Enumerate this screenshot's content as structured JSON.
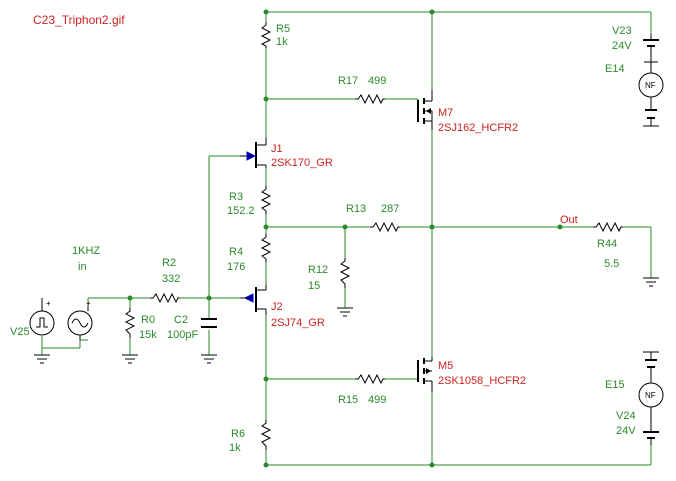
{
  "title": "C23_Triphon2.gif",
  "colors": {
    "wire": "#2a8a2a",
    "part_label": "#cc2222",
    "text": "#2a8a2a",
    "gate_arrow": "#0000cc"
  },
  "labels": {
    "r5": {
      "name": "R5",
      "value": "1k"
    },
    "r17": {
      "name": "R17",
      "value": "499"
    },
    "m7": {
      "name": "M7",
      "model": "2SJ162_HCFR2"
    },
    "v23": {
      "name": "V23",
      "value": "24V"
    },
    "e14": {
      "name": "E14",
      "symbol": "NF"
    },
    "j1": {
      "name": "J1",
      "model": "2SK170_GR"
    },
    "r3": {
      "name": "R3",
      "value": "152.2"
    },
    "r13": {
      "name": "R13",
      "value": "287"
    },
    "out": "Out",
    "r44": {
      "name": "R44",
      "value": "5.5"
    },
    "r4": {
      "name": "R4",
      "value": "176"
    },
    "r12": {
      "name": "R12",
      "value": "15"
    },
    "source": {
      "freq": "1KHZ",
      "name": "in"
    },
    "r2": {
      "name": "R2",
      "value": "332"
    },
    "v25": {
      "name": "V25"
    },
    "r0": {
      "name": "R0",
      "value": "15k"
    },
    "c2": {
      "name": "C2",
      "value": "100pF"
    },
    "j2": {
      "name": "J2",
      "model": "2SJ74_GR"
    },
    "m5": {
      "name": "M5",
      "model": "2SK1058_HCFR2"
    },
    "r15": {
      "name": "R15",
      "value": "499"
    },
    "e15": {
      "name": "E15",
      "symbol": "NF"
    },
    "v24": {
      "name": "V24",
      "value": "24V"
    },
    "r6": {
      "name": "R6",
      "value": "1k"
    }
  }
}
